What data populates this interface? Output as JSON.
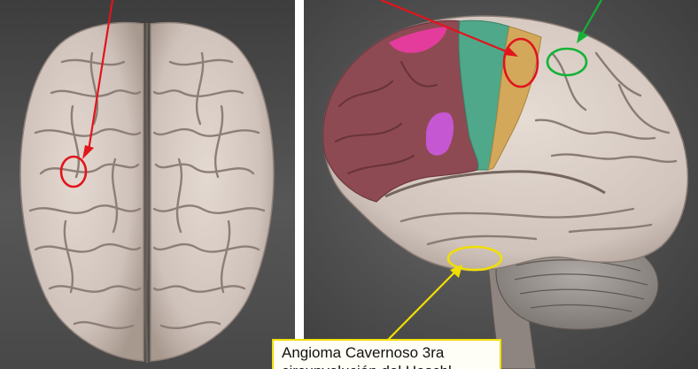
{
  "callout": {
    "line1": "Angioma  Cavernoso 3ra",
    "line2": "circunvolución del Heschl"
  },
  "colors": {
    "left_background": "#505050",
    "right_background": "#5a5a5a",
    "brain_tissue": "#d8ccc4",
    "frontal_lobe": "#8e4a52",
    "motor_strip": "#4ea889",
    "sensory_strip": "#d3a85a",
    "broca_area": "#c657d2",
    "pink_region": "#e33c9c",
    "red_marker": "#e2141c",
    "green_marker": "#13b237",
    "yellow_marker": "#f1df00"
  },
  "markers": [
    {
      "name": "red",
      "color": "red_marker"
    },
    {
      "name": "green",
      "color": "green_marker"
    },
    {
      "name": "yellow",
      "color": "yellow_marker"
    }
  ]
}
